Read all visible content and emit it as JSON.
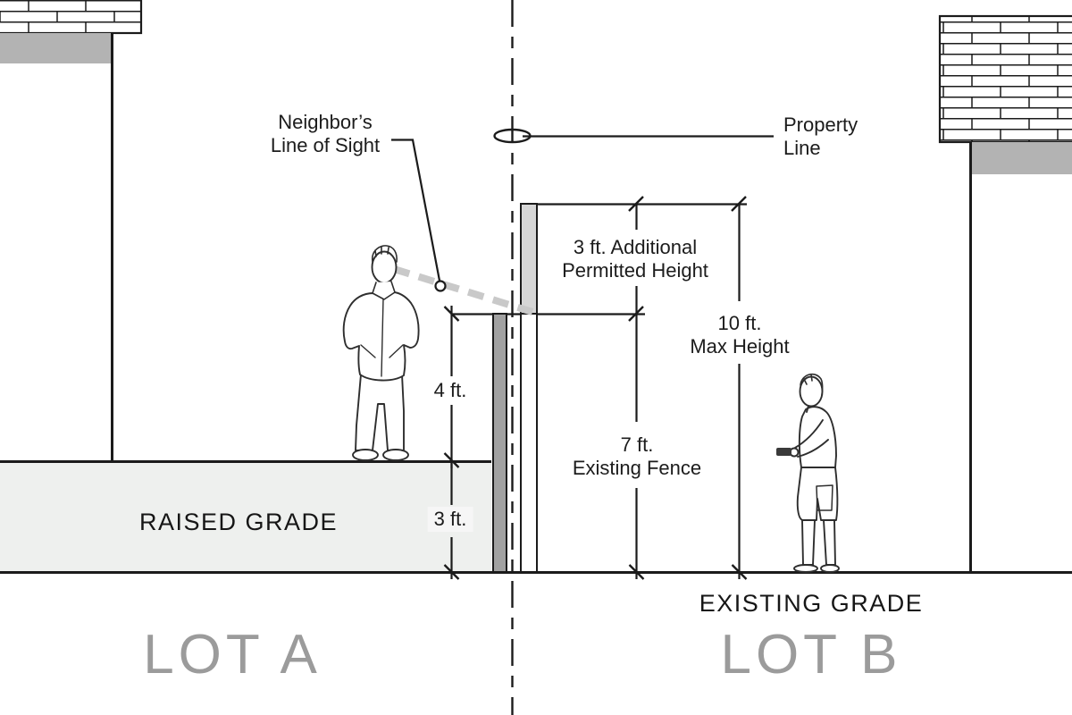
{
  "labels": {
    "neighbor_sight_line1": "Neighbor’s",
    "neighbor_sight_line2": "Line of Sight",
    "property_line1": "Property",
    "property_line2": "Line",
    "additional_line1": "3 ft. Additional",
    "additional_line2": "Permitted Height",
    "max_line1": "10 ft.",
    "max_line2": "Max Height",
    "fence_line1": "7 ft.",
    "fence_line2": "Existing Fence",
    "dim_4ft": "4 ft.",
    "dim_3ft": "3 ft.",
    "raised_grade": "RAISED GRADE",
    "existing_grade": "EXISTING GRADE",
    "lot_a": "LOT A",
    "lot_b": "LOT B"
  },
  "measurements": {
    "additional_permitted_height_ft": 3,
    "existing_fence_height_ft": 7,
    "max_height_ft": 10,
    "fence_above_raised_grade_ft": 4,
    "raised_grade_height_ft": 3
  },
  "colors": {
    "ink": "#1b1b1b",
    "fence_dark": "#a1a1a1",
    "fence_addition": "#d6d6d6",
    "fence_existing": "#ffffff",
    "building_fascia": "#b3b3b3",
    "raised_grade_fill": "#eef0ee",
    "sight_dash": "#c9c9c9",
    "lot_label": "#9b9b9b",
    "dim_label_bg": "#f6f6f6"
  }
}
